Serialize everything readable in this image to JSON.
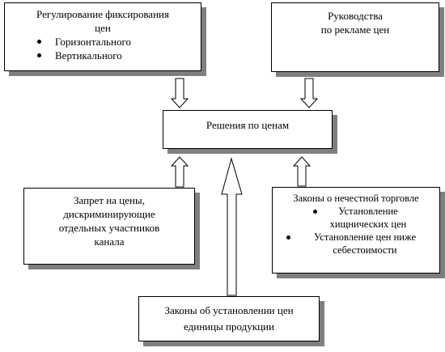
{
  "top_left": {
    "title_line1": "Регулирование фиксирования",
    "title_line2": "цен",
    "items": [
      "Горизонтального",
      "Вертикального"
    ]
  },
  "top_right": {
    "line1": "Руководства",
    "line2": "по рекламе цен"
  },
  "center": {
    "label": "Решения по ценам"
  },
  "mid_left": {
    "line1": "Запрет на цены,",
    "line2": "дискриминирующие",
    "line3": "отдельных участников",
    "line4": "канала"
  },
  "mid_right": {
    "title": "Законы о нечестной торговле",
    "item1_line1": "Установление",
    "item1_line2": "хищнических цен",
    "item2_line1": "Установление цен ниже",
    "item2_line2": "себестоимости"
  },
  "bottom": {
    "line1": "Законы об установлении цен",
    "line2": "единицы продукции"
  }
}
